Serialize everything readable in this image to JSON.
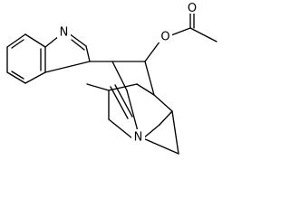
{
  "molecule": {
    "atom_labels": {
      "indolenine_nitrogen": "N",
      "ester_oxygen": "O",
      "carbonyl_oxygen": "O",
      "bridgehead_nitrogen": "N"
    },
    "colors": {
      "ink": "#000000",
      "background": "#ffffff"
    }
  }
}
